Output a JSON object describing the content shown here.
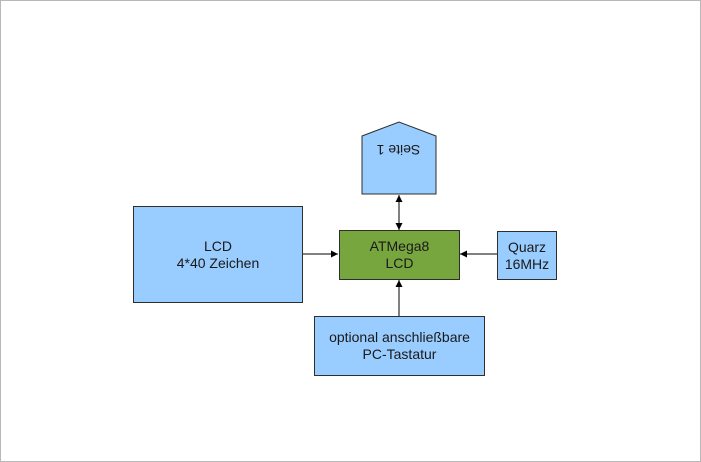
{
  "diagram": {
    "nodes": {
      "lcd_display": {
        "lines": [
          "LCD",
          "4*40 Zeichen"
        ]
      },
      "mcu": {
        "lines": [
          "ATMega8",
          "LCD"
        ]
      },
      "crystal": {
        "lines": [
          "Quarz",
          "16MHz"
        ]
      },
      "keyboard": {
        "lines": [
          "optional anschließbare",
          "PC-Tastatur"
        ]
      },
      "page_connector": {
        "label": "Seite 1"
      }
    },
    "edges": [
      {
        "from": "lcd_display",
        "to": "mcu",
        "direction": "forward"
      },
      {
        "from": "crystal",
        "to": "mcu",
        "direction": "forward"
      },
      {
        "from": "keyboard",
        "to": "mcu",
        "direction": "forward"
      },
      {
        "from": "mcu",
        "to": "page_connector",
        "direction": "both"
      }
    ],
    "colors": {
      "box_blue": "#99ccff",
      "box_green": "#77a63f",
      "outline": "#2e2e2e",
      "arrow": "#000000"
    }
  }
}
